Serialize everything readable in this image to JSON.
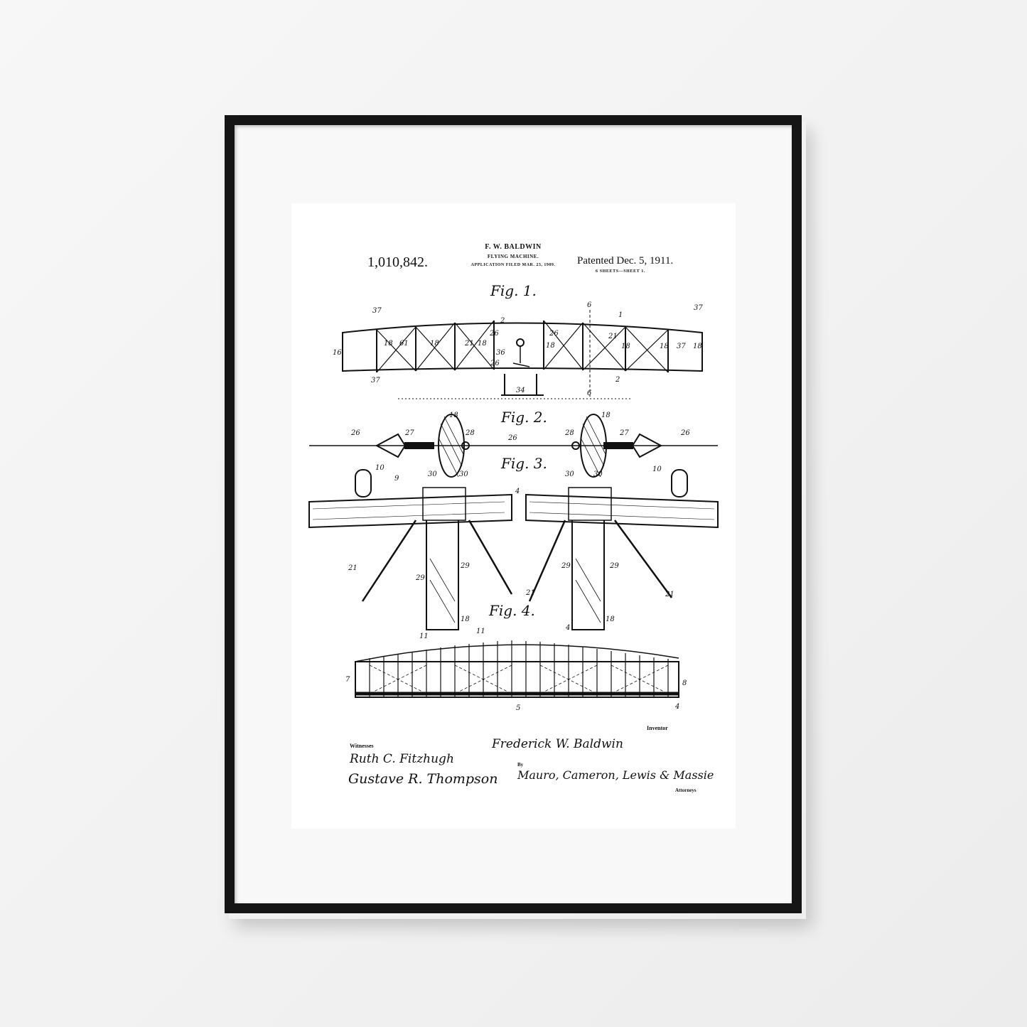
{
  "header": {
    "inventor": "F. W. BALDWIN",
    "title": "FLYING MACHINE.",
    "application": "APPLICATION FILED MAR. 23, 1909.",
    "patent_number": "1,010,842.",
    "patented": "Patented Dec. 5, 1911.",
    "sheets": "6 SHEETS—SHEET 1."
  },
  "figures": {
    "fig1": "Fig. 1.",
    "fig2": "Fig. 2.",
    "fig3": "Fig. 3.",
    "fig4": "Fig. 4."
  },
  "refs": [
    "37",
    "37",
    "37",
    "16",
    "18",
    "61",
    "18",
    "21",
    "18",
    "26",
    "26",
    "36",
    "18",
    "26",
    "21",
    "18",
    "18",
    "37",
    "18",
    "34",
    "6",
    "6",
    "1",
    "2",
    "2",
    "18",
    "18",
    "26",
    "27",
    "28",
    "26",
    "28",
    "27",
    "26",
    "10",
    "9",
    "30",
    "30",
    "4",
    "30",
    "30",
    "10",
    "21",
    "29",
    "29",
    "18",
    "21",
    "29",
    "29",
    "18",
    "21",
    "11",
    "11",
    "4",
    "7",
    "8",
    "5",
    "4"
  ],
  "footer": {
    "inventor_label": "Inventor",
    "witnesses_label": "Witnesses",
    "witness1": "Ruth C. Fitzhugh",
    "witness2": "Gustave R. Thompson",
    "inventor_signature": "Frederick W. Baldwin",
    "by": "By",
    "attorneys_signature": "Mauro, Cameron, Lewis & Massie",
    "attorneys_label": "Attorneys"
  }
}
